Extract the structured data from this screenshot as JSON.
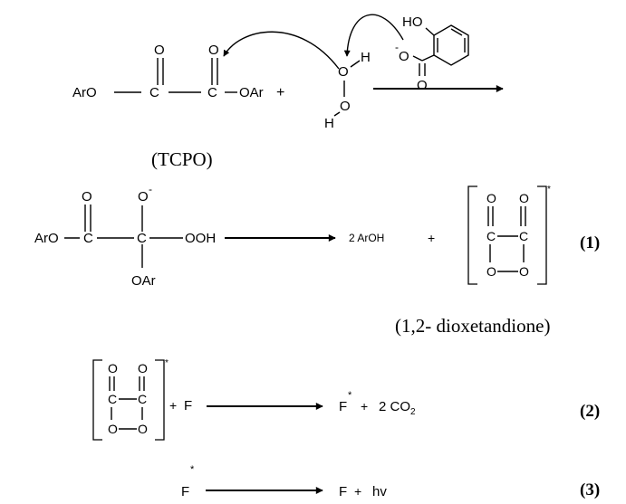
{
  "atoms": {
    "aro": "ArO",
    "oar": "OAr",
    "c": "C",
    "o": "O",
    "h": "H",
    "ho": "HO",
    "ooh": "OOH",
    "f": "F",
    "star": "*",
    "minus": "-"
  },
  "operators": {
    "plus": "+"
  },
  "labels": {
    "tcpo": "(TCPO)",
    "dioxetandione": "(1,2- dioxetandione)"
  },
  "reaction1": {
    "product_aroh": "2 ArOH",
    "number": "(1)"
  },
  "reaction2": {
    "co2_prefix": "2 CO",
    "co2_subscript": "2",
    "number": "(2)"
  },
  "reaction3": {
    "hv": "hv",
    "number": "(3)"
  }
}
